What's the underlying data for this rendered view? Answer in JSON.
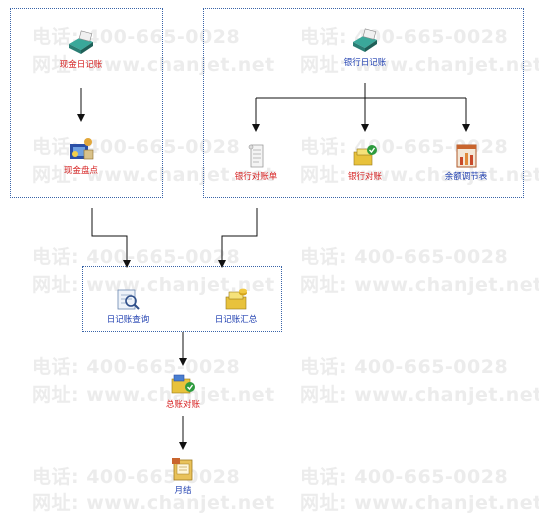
{
  "watermark": {
    "phone": "电话: 400-665-0028",
    "site": "网址: www.chanjet.net"
  },
  "nodes": {
    "cash_journal": "现金日记账",
    "cash_count": "现金盘点",
    "bank_journal": "银行日记账",
    "bank_statement": "银行对账单",
    "bank_reconcile": "银行对账",
    "balance_adjust": "余额调节表",
    "journal_query": "日记账查询",
    "journal_summary": "日记账汇总",
    "ledger_reconcile": "总账对账",
    "month_end": "月结"
  },
  "colors": {
    "label_red": "#d62020",
    "label_blue": "#1f3fb0",
    "border": "#3a64a8"
  }
}
